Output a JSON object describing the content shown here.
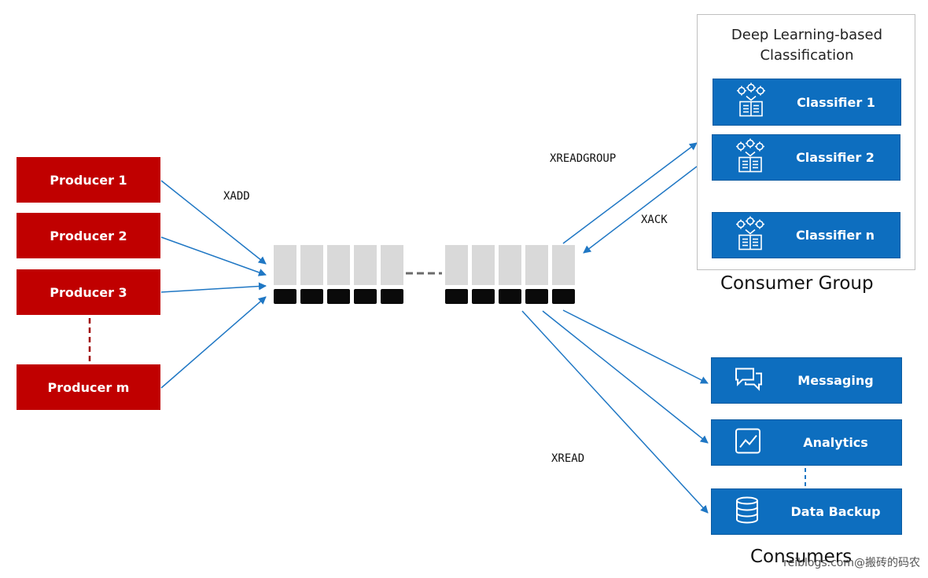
{
  "producers": [
    {
      "label": "Producer 1"
    },
    {
      "label": "Producer 2"
    },
    {
      "label": "Producer 3"
    },
    {
      "label": "Producer m"
    }
  ],
  "commands": {
    "xadd": "XADD",
    "xreadgroup": "XREADGROUP",
    "xack": "XACK",
    "xread": "XREAD"
  },
  "consumer_group": {
    "title": "Deep Learning-based Classification",
    "label": "Consumer Group",
    "classifiers": [
      {
        "label": "Classifier 1",
        "icon": "gears-book-icon"
      },
      {
        "label": "Classifier 2",
        "icon": "gears-book-icon"
      },
      {
        "label": "Classifier n",
        "icon": "gears-book-icon"
      }
    ]
  },
  "consumers": {
    "label": "Consumers",
    "items": [
      {
        "label": "Messaging",
        "icon": "chat-bubbles-icon"
      },
      {
        "label": "Analytics",
        "icon": "line-chart-icon"
      },
      {
        "label": "Data Backup",
        "icon": "database-icon"
      }
    ]
  },
  "watermark": "reiblogs.com@搬砖的码农",
  "colors": {
    "producer": "#c00000",
    "consumer": "#0d6ebf",
    "arrow": "#1f77c4",
    "slot": "#d9d9d9",
    "slot_base": "#0a0a0a"
  }
}
